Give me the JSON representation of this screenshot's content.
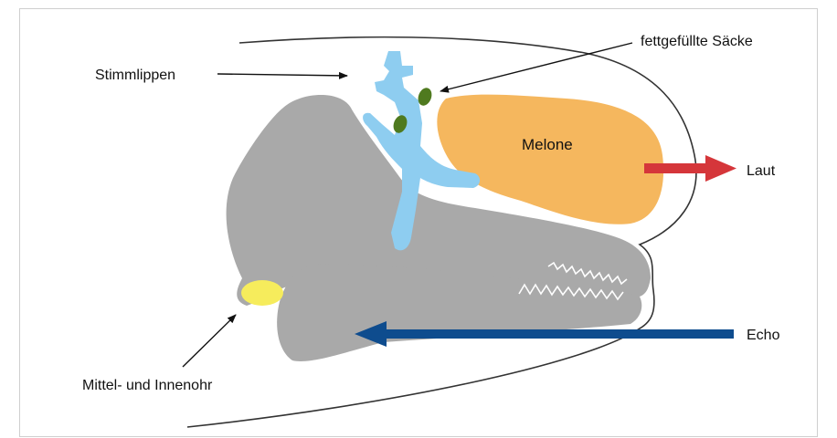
{
  "labels": {
    "vocal_lips": "Stimmlippen",
    "fat_sacs": "fettgefüllte Säcke",
    "melon": "Melone",
    "sound": "Laut",
    "echo": "Echo",
    "ear": "Mittel- und Innenohr"
  },
  "colors": {
    "skull": "#a9a9a9",
    "melon": "#f5b75e",
    "nasal_passages": "#8ecdf0",
    "fat_sacs": "#4f7a1f",
    "ear": "#f6ec5c",
    "sound_arrow": "#d5363a",
    "echo_arrow": "#0e4c8e",
    "outline": "#333333"
  },
  "icons": {
    "sound_arrow": "arrow-right",
    "echo_arrow": "arrow-left"
  }
}
